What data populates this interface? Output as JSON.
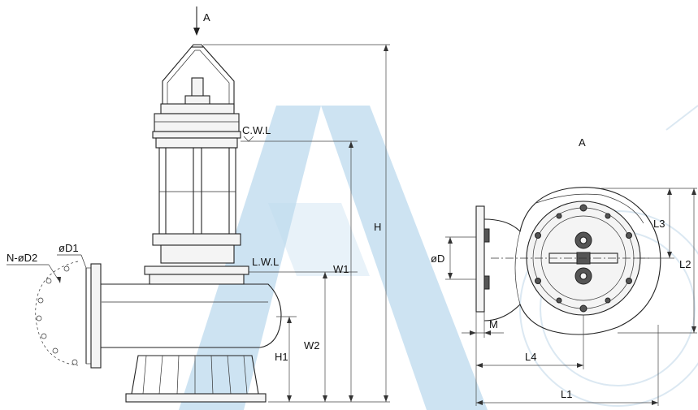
{
  "labels": {
    "view_arrow_top": "A",
    "view_title": "A",
    "cwl": "C.W.L",
    "lwl": "L.W.L",
    "h": "H",
    "w1": "W1",
    "w2": "W2",
    "h1": "H1",
    "n_od2": "N-øD2",
    "od1": "øD1",
    "od": "øD",
    "m": "M",
    "l1": "L1",
    "l2": "L2",
    "l3": "L3",
    "l4": "L4"
  },
  "colors": {
    "line": "#222222",
    "watermark": "#bcd9ee",
    "background": "#ffffff"
  }
}
